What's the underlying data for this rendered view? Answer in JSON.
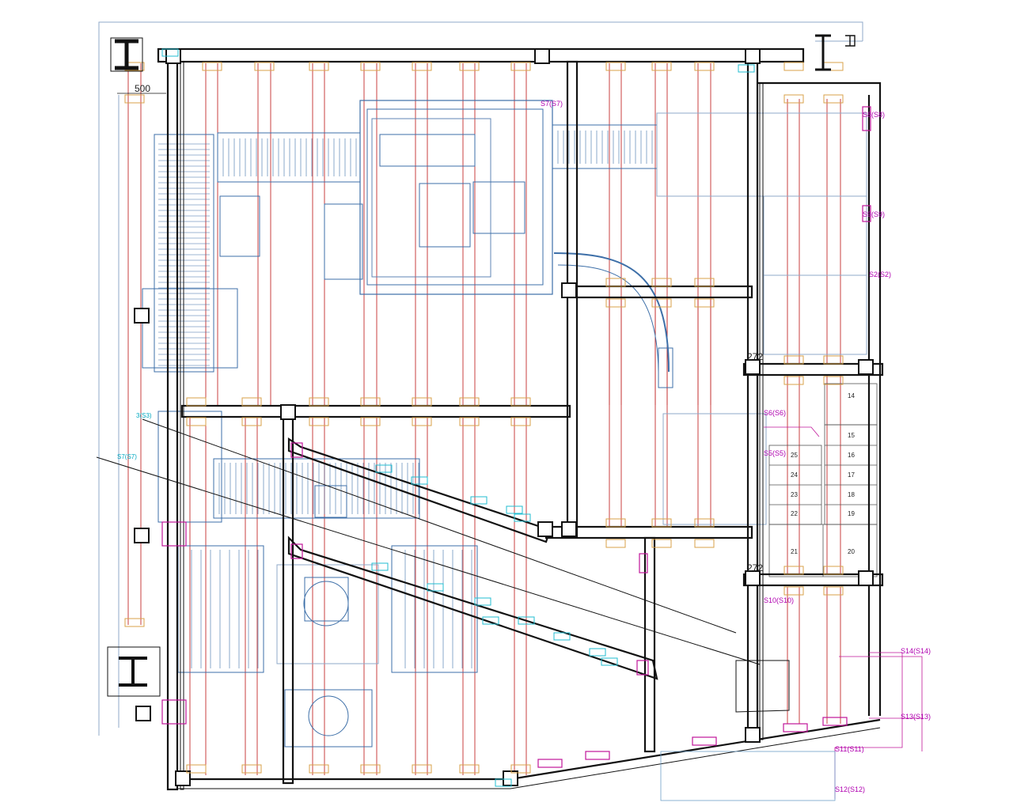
{
  "colors": {
    "steel": "#111111",
    "joist": "#c22b2b",
    "equipment": "#3d6fa8",
    "equipment_light": "#8fa9c8",
    "plate": "#d8a24a",
    "magenta": "#c0169a",
    "cyan": "#22bcd0",
    "grey": "#888888"
  },
  "icons": [
    "h-beam-section-icon",
    "h-beam-symbol-icon"
  ],
  "dimensions": {
    "span_top_left": "500",
    "span_right_1": "272",
    "span_right_2": "272"
  },
  "support_labels": [
    "S7(S7)",
    "S8(S8)",
    "S9(S9)",
    "S2(S2)",
    "S6(S6)",
    "S5(S5)",
    "S10(S10)",
    "S14(S14)",
    "S13(S13)",
    "S11(S11)",
    "S12(S12)"
  ],
  "cyan_labels": [
    "S7(S7)",
    "3(S3)"
  ],
  "slot_numbers": [
    "14",
    "15",
    "16",
    "17",
    "18",
    "19",
    "25",
    "24",
    "23",
    "22",
    "21",
    "20"
  ]
}
